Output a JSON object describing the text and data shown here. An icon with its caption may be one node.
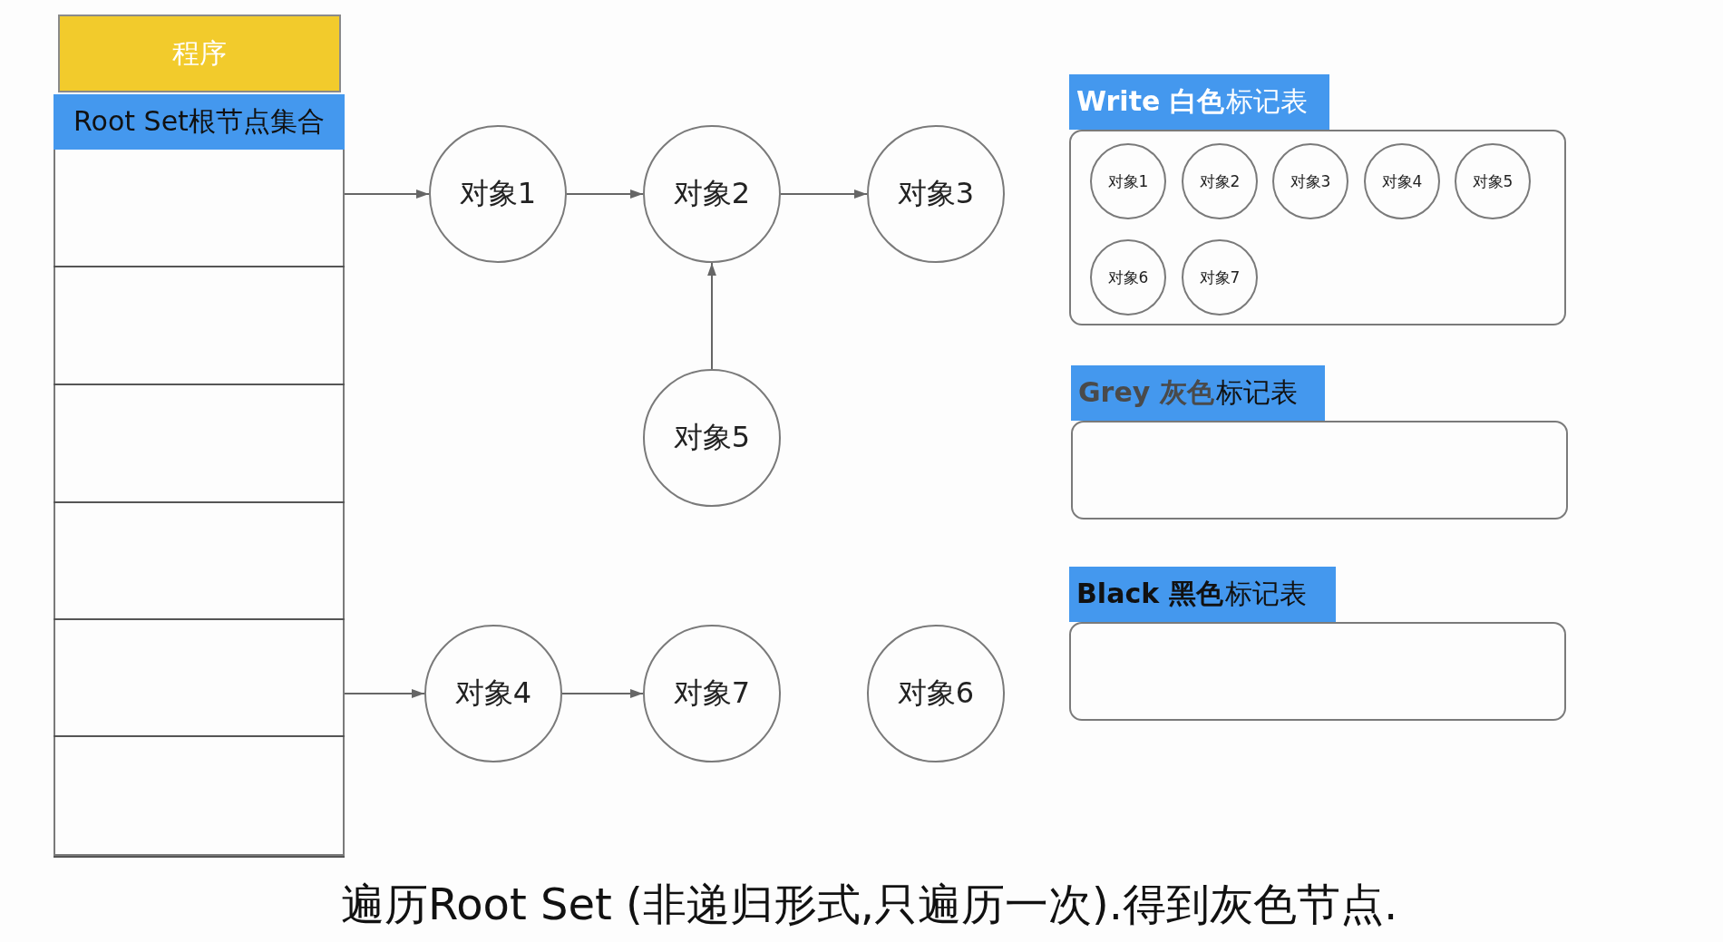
{
  "diagram": {
    "caption": "遍历Root Set (非递归形式,只遍历一次).得到灰色节点.",
    "nodes": [
      {
        "text": [
          "程序"
        ]
      },
      {
        "text": [
          "Root Set根节点集合"
        ]
      },
      {
        "text": [],
        "shape": "box",
        "in": 1
      },
      {
        "text": [],
        "shape": "box",
        "in": 1
      },
      {
        "text": [],
        "shape": "box",
        "in": 1
      },
      {
        "text": [],
        "shape": "box",
        "in": 1
      },
      {
        "text": [],
        "shape": "box",
        "in": 1
      },
      {
        "text": [],
        "shape": "box",
        "in": 1
      },
      {
        "text": [
          "对象1"
        ]
      },
      {
        "text": [
          "对象2"
        ]
      },
      {
        "text": [
          "对象3"
        ]
      },
      {
        "text": [
          "对象5"
        ]
      },
      {
        "text": [
          "对象4"
        ]
      },
      {
        "text": [
          "对象7"
        ]
      },
      {
        "text": [
          "对象6"
        ]
      },
      {
        "text": [
          "**Write 白色**标记表"
        ]
      },
      {
        "text": [
          "对象1"
        ],
        "in": 15
      },
      {
        "text": [
          "对象2"
        ],
        "in": 15
      },
      {
        "text": [
          "对象3"
        ],
        "in": 15
      },
      {
        "text": [
          "对象4"
        ],
        "in": 15
      },
      {
        "text": [
          "对象5"
        ],
        "in": 15
      },
      {
        "text": [
          "对象6"
        ],
        "in": 15
      },
      {
        "text": [
          "对象7"
        ],
        "in": 15
      },
      {
        "text": [
          "**Grey 灰色**标记表"
        ]
      },
      {
        "text": [
          "**Black 黑色**标记表"
        ]
      }
    ],
    "edges": [
      {
        "from": 2,
        "to": 8,
        "arrow": "to"
      },
      {
        "from": 8,
        "to": 9,
        "arrow": "to"
      },
      {
        "from": 9,
        "to": 10,
        "arrow": "to"
      },
      {
        "from": 11,
        "to": 9,
        "arrow": "to"
      },
      {
        "from": 6,
        "to": 12,
        "arrow": "to"
      },
      {
        "from": 12,
        "to": 13,
        "arrow": "to"
      }
    ]
  }
}
